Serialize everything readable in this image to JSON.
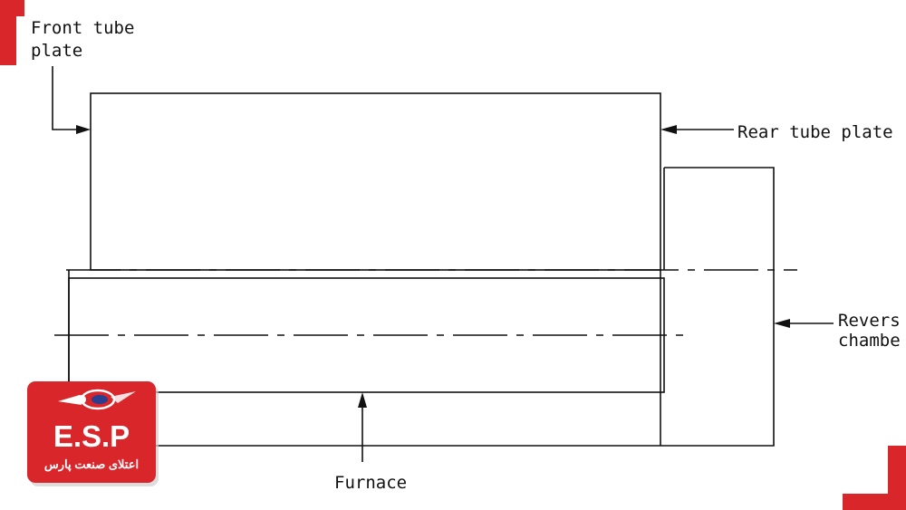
{
  "labels": {
    "front_tube_plate_line1": "Front tube",
    "front_tube_plate_line2": "plate",
    "rear_tube_plate": "Rear tube plate",
    "reversal_chamber_line1": "Revers",
    "reversal_chamber_line2": "chambe",
    "furnace": "Furnace"
  },
  "logo": {
    "name": "E.S.P",
    "tagline": "اعتلای صنعت پارس"
  },
  "colors": {
    "accent": "#d8262b",
    "line": "#111111",
    "background": "#ffffff"
  }
}
